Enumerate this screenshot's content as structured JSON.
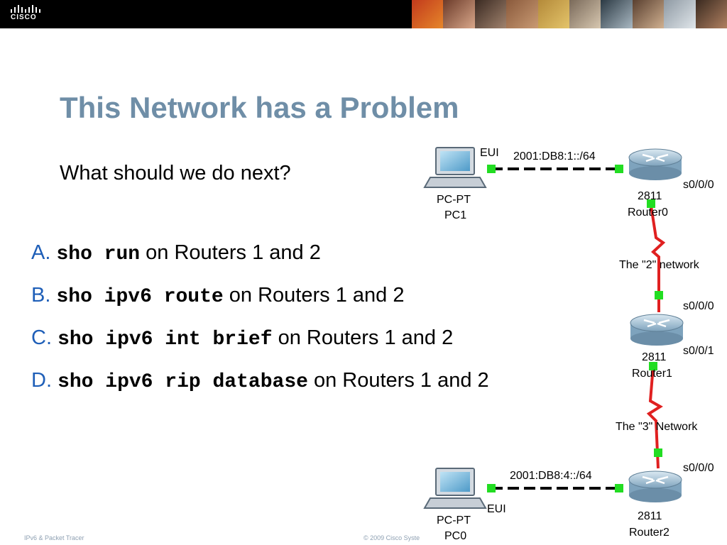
{
  "header": {
    "logo_text": "CISCO",
    "brand_red": "#c8102e"
  },
  "slide": {
    "title": "This Network has a Problem",
    "subtitle": "What should we do next?",
    "options": [
      {
        "letter": "A.",
        "command": "sho run",
        "suffix": "on Routers 1 and 2"
      },
      {
        "letter": "B.",
        "command": "sho ipv6 route",
        "suffix": "on Routers 1 and 2"
      },
      {
        "letter": "C.",
        "command": "sho ipv6 int brief",
        "suffix": "on Routers 1 and 2"
      },
      {
        "letter": "D.",
        "command": "sho ipv6 rip database",
        "suffix": "on Routers 1 and 2"
      }
    ]
  },
  "network": {
    "pc1": {
      "type": "PC-PT",
      "name": "PC1",
      "port": "EUI"
    },
    "pc0": {
      "type": "PC-PT",
      "name": "PC0",
      "port": "EUI"
    },
    "router0": {
      "model": "2811",
      "name": "Router0",
      "port_top": "s0/0/0"
    },
    "router1": {
      "model": "2811",
      "name": "Router1",
      "port_top": "s0/0/0",
      "port_bottom": "s0/0/1"
    },
    "router2": {
      "model": "2811",
      "name": "Router2",
      "port_top": "s0/0/0"
    },
    "link_top": "2001:DB8:1::/64",
    "link_bottom": "2001:DB8:4::/64",
    "net2": "The \"2\" network",
    "net3": "The \"3\" Network",
    "link_color": "#e02020",
    "status_color": "#22dd22"
  },
  "footer": {
    "left": "IPv6 & Packet Tracer",
    "middle": "© 2009 Cisco Syste"
  }
}
